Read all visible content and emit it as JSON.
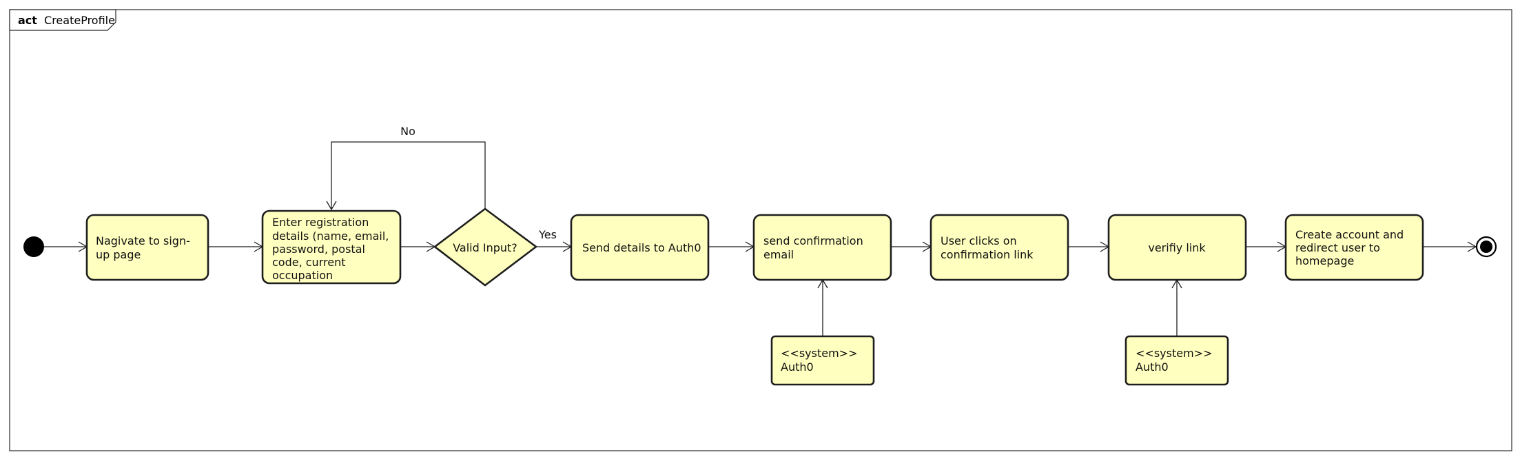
{
  "frame": {
    "keyword": "act",
    "name": "CreateProfile"
  },
  "actions": [
    {
      "id": "navigate",
      "lines": [
        "Nagivate to sign-",
        "up page"
      ]
    },
    {
      "id": "enter-details",
      "lines": [
        "Enter registration",
        "details (name, email,",
        "password, postal",
        "code, current",
        "occupation"
      ]
    },
    {
      "id": "send-details",
      "lines": [
        "Send details to Auth0"
      ]
    },
    {
      "id": "send-email",
      "lines": [
        "send confirmation",
        "email"
      ]
    },
    {
      "id": "user-clicks",
      "lines": [
        "User clicks on",
        "confirmation link"
      ]
    },
    {
      "id": "verify-link",
      "lines": [
        "verifiy link"
      ]
    },
    {
      "id": "create-account",
      "lines": [
        "Create account and",
        "redirect user to",
        "homepage"
      ]
    }
  ],
  "systems": [
    {
      "id": "auth0-1",
      "lines": [
        "<<system>>",
        "Auth0"
      ]
    },
    {
      "id": "auth0-2",
      "lines": [
        "<<system>>",
        "Auth0"
      ]
    }
  ],
  "decision": {
    "label": "Valid Input?"
  },
  "guards": {
    "no": "No",
    "yes": "Yes"
  },
  "colors": {
    "node_fill": "#ffffc0",
    "stroke": "#1e1e1e"
  }
}
